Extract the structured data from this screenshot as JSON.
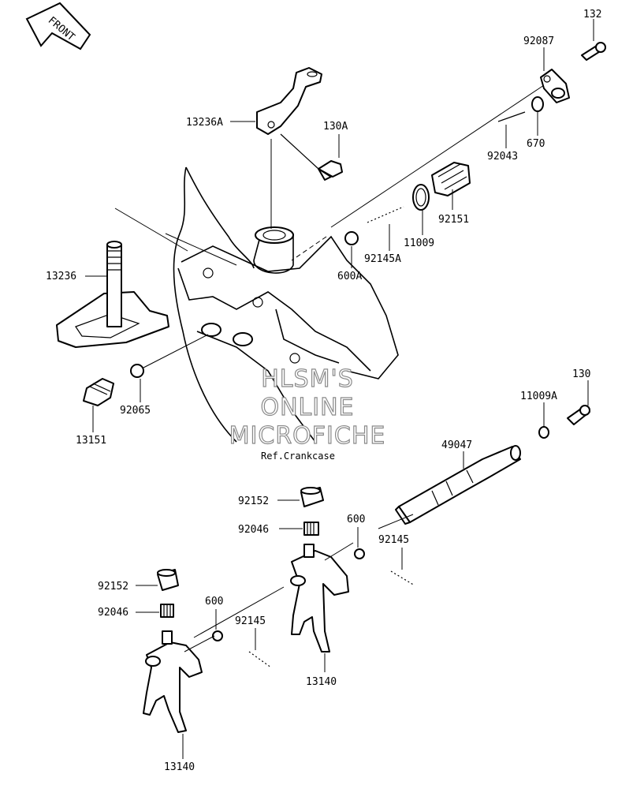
{
  "front_badge": {
    "text": "FRONT"
  },
  "watermark": {
    "lines": [
      "HLSM'S",
      "ONLINE",
      "MICROFICHE"
    ]
  },
  "reference": {
    "text": "Ref.Crankcase"
  },
  "parts": {
    "p132": "132",
    "p92087": "92087",
    "p13236A": "13236A",
    "p130A": "130A",
    "p92043": "92043",
    "p670": "670",
    "p92151": "92151",
    "p11009": "11009",
    "p92145A": "92145A",
    "p600A": "600A",
    "p13236": "13236",
    "p92065": "92065",
    "p13151": "13151",
    "p130": "130",
    "p11009A": "11009A",
    "p49047": "49047",
    "p92152_upper": "92152",
    "p92046_upper": "92046",
    "p600_upper": "600",
    "p92145_upper": "92145",
    "p92152_lower": "92152",
    "p92046_lower": "92046",
    "p600_lower": "600",
    "p92145_lower": "92145",
    "p13140_upper": "13140",
    "p13140_lower": "13140"
  }
}
